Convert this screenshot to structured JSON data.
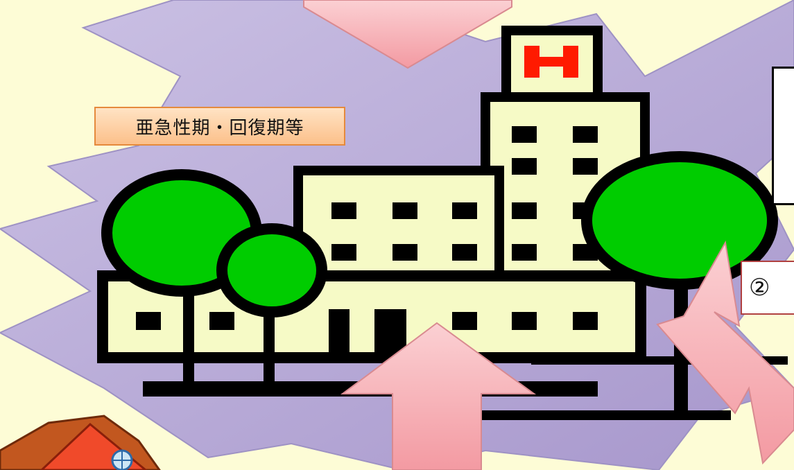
{
  "labels": {
    "care_phase": "亜急性期・回復期等",
    "step_number": "②"
  },
  "icons": {
    "hospital": "hospital-building-icon",
    "house": "house-icon",
    "hospital_sign": "H"
  },
  "colors": {
    "background": "#fdfcd6",
    "starburst": "#bbaed8",
    "arrow_fill": "#f7b3b8",
    "tree_green": "#00cc00",
    "building_fill": "#f6fac6",
    "sign_red": "#ff1a00",
    "label_fill": "#fcc08a"
  }
}
